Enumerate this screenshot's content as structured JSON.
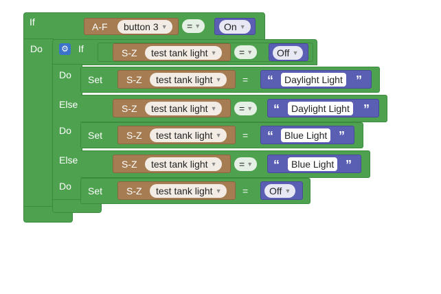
{
  "keywords": {
    "if": "If",
    "do": "Do",
    "else_if": "Else if",
    "set": "Set",
    "eq": "="
  },
  "icons": {
    "mutator": "gear-icon",
    "dropdown": "triangle-down-icon",
    "quote_open": "“",
    "quote_close": "”"
  },
  "colors": {
    "logic": "#4ea24f",
    "device": "#a67c52",
    "text_value": "#5b5fb3",
    "mutator": "#3a73c9"
  },
  "outer_if": {
    "device_prefix": "A-F",
    "device": "button 3",
    "op": "=",
    "value": "On"
  },
  "inner": {
    "cond1": {
      "device_prefix": "S-Z",
      "device": "test tank light",
      "op": "=",
      "value": "Off"
    },
    "set1": {
      "device_prefix": "S-Z",
      "device": "test tank light",
      "value": "Daylight Light"
    },
    "cond2": {
      "device_prefix": "S-Z",
      "device": "test tank light",
      "op": "=",
      "value": "Daylight Light"
    },
    "set2": {
      "device_prefix": "S-Z",
      "device": "test tank light",
      "value": "Blue Light"
    },
    "cond3": {
      "device_prefix": "S-Z",
      "device": "test tank light",
      "op": "=",
      "value": "Blue Light"
    },
    "set3": {
      "device_prefix": "S-Z",
      "device": "test tank light",
      "value": "Off"
    }
  }
}
